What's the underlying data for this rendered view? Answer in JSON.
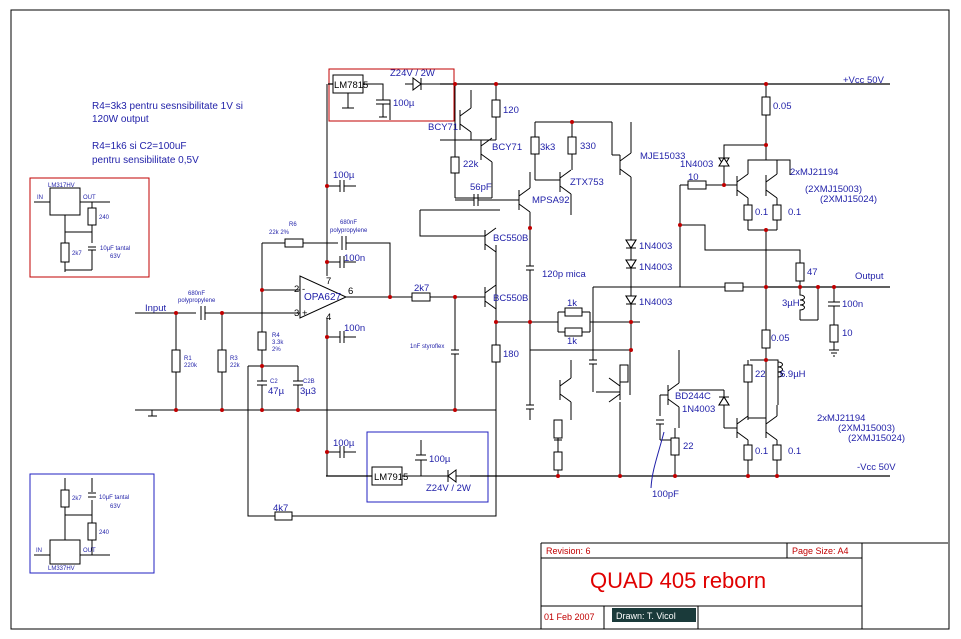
{
  "notes": {
    "line1": "R4=3k3 pentru sesnsibilitate 1V si",
    "line2": "120W output",
    "line3": "R4=1k6 si C2=100uF",
    "line4": "pentru sensibilitate 0,5V"
  },
  "rails": {
    "vpos": "+Vcc 50V",
    "vneg": "-Vcc 50V"
  },
  "io": {
    "input": "Input",
    "output": "Output"
  },
  "regulators": {
    "lm7815": "LM7815",
    "lm7915": "LM7915",
    "z_top": "Z24V / 2W",
    "z_bot": "Z24V / 2W",
    "c_top": "100µ",
    "c_bot": "100µ"
  },
  "lm317": {
    "chip": "LM317HV",
    "in": "IN",
    "out": "OUT",
    "r1": "240",
    "r2": "2k7",
    "c": "10µF tantal",
    "cv": "63V"
  },
  "lm337": {
    "chip": "LM337HV",
    "in": "IN",
    "out": "OUT",
    "r1": "240",
    "r2": "2k7",
    "c": "10µF tantal",
    "cv": "63V"
  },
  "opamp": {
    "name": "OPA627",
    "p2": "2",
    "p3": "3",
    "p4": "4",
    "p6": "6",
    "p7": "7",
    "minus": "-",
    "plus": "+"
  },
  "input_stage": {
    "cin": "680nF",
    "cin2": "polypropylene",
    "r1": "R1",
    "r1v": "220k",
    "r3": "R3",
    "r3v": "22k",
    "r4": "R4",
    "r4v": "3.3k",
    "r4t": "2%",
    "r6": "R6",
    "r6v": "22k 2%",
    "cfb": "680nF",
    "cfb2": "polypropylene",
    "c2": "C2",
    "c2v": "47µ",
    "c2b": "C2B",
    "c2bv": "3µ3",
    "c100n_a": "100n",
    "c100n_b": "100n",
    "c100u_a": "100µ",
    "c100u_b": "100µ",
    "r2k7": "2k7",
    "cstyro": "1nF styroflex",
    "r4k7": "4k7"
  },
  "driver": {
    "bcy71a": "BCY71",
    "bcy71b": "BCY71",
    "r120": "120",
    "r22k": "22k",
    "c56p": "56pF",
    "mpsa92": "MPSA92",
    "bc550a": "BC550B",
    "bc550b": "BC550B",
    "r3k3": "3k3",
    "r330": "330",
    "ztx753": "ZTX753",
    "mje15033": "MJE15033",
    "c120p": "120p mica",
    "r180": "180",
    "r1k_a": "1k",
    "r1k_b": "1k",
    "d1": "1N4003",
    "d2": "1N4003",
    "d3": "1N4003",
    "d4": "1N4003",
    "d5": "1N4003",
    "bd244c": "BD244C",
    "c100pf": "100pF",
    "r22a": "22",
    "r22b": "22",
    "r10": "10"
  },
  "output_stage": {
    "top_pair": "2xMJ21194",
    "top_alt1": "(2XMJ15003)",
    "top_alt2": "(2XMJ15024)",
    "bot_pair": "2xMJ21194",
    "bot_alt1": "(2XMJ15003)",
    "bot_alt2": "(2XMJ15024)",
    "re_top": "0.05",
    "re_bot": "0.05",
    "r01a": "0.1",
    "r01b": "0.1",
    "r01c": "0.1",
    "r01d": "0.1",
    "r47": "47",
    "l3": "3µH",
    "l69": "6.9µH",
    "c100n": "100n",
    "r10": "10"
  },
  "title_block": {
    "revision": "Revision: 6",
    "page_size": "Page Size: A4",
    "title": "QUAD 405 reborn",
    "date": "01 Feb 2007",
    "drawn": "Drawn: T. Vicol"
  },
  "colors": {
    "wire": "#000000",
    "label": "#1f1fa8",
    "frame": "#c00000",
    "box_blue": "#2020c0",
    "title": "#e00000"
  }
}
